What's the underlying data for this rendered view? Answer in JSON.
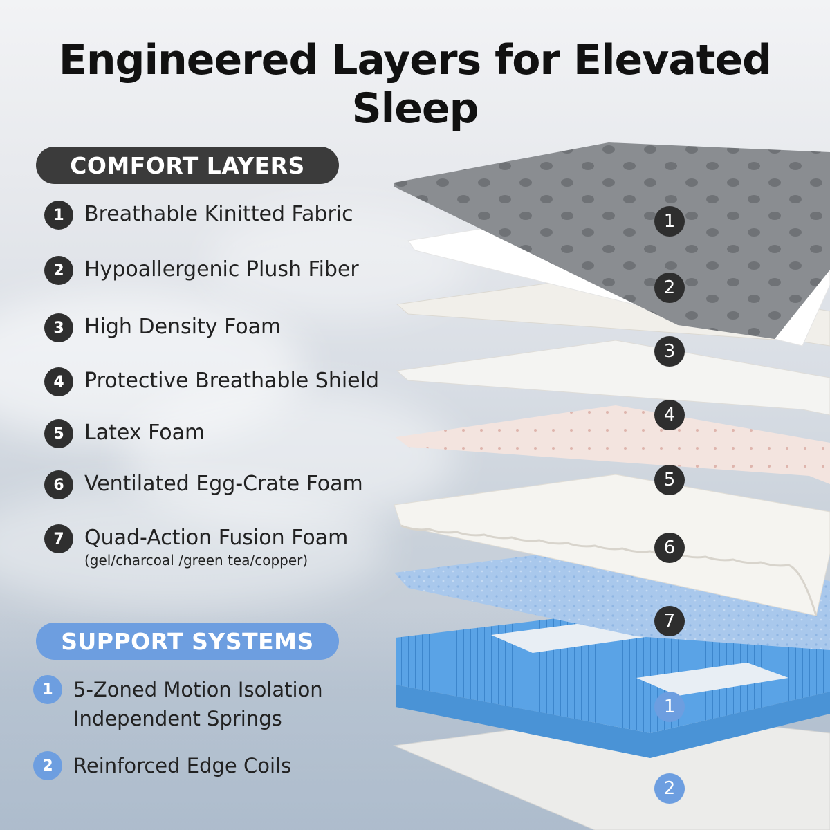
{
  "title": "Engineered Layers for Elevated Sleep",
  "comfort": {
    "heading": "COMFORT LAYERS",
    "items": [
      {
        "n": "1",
        "label": "Breathable Kinitted Fabric"
      },
      {
        "n": "2",
        "label": "Hypoallergenic Plush Fiber"
      },
      {
        "n": "3",
        "label": "High Density Foam"
      },
      {
        "n": "4",
        "label": "Protective Breathable Shield"
      },
      {
        "n": "5",
        "label": "Latex Foam"
      },
      {
        "n": "6",
        "label": "Ventilated Egg-Crate Foam"
      },
      {
        "n": "7",
        "label": "Quad-Action Fusion Foam",
        "sub": "(gel/charcoal /green tea/copper)"
      }
    ]
  },
  "support": {
    "heading": "SUPPORT SYSTEMS",
    "items": [
      {
        "n": "1",
        "line1": "5-Zoned Motion Isolation",
        "line2": "Independent Springs"
      },
      {
        "n": "2",
        "line1": "Reinforced Edge Coils"
      }
    ]
  },
  "layer_markers": [
    "1",
    "2",
    "3",
    "4",
    "5",
    "6",
    "7",
    "1",
    "2"
  ],
  "colors": {
    "dark_badge": "#2f2f2f",
    "blue_badge": "#6d9ee0",
    "knit_fabric": "#8a8d91",
    "spring_blue": "#5aa3e6",
    "fusion_foam": "#a9c8ec",
    "latex_pink": "#f3e4df"
  }
}
